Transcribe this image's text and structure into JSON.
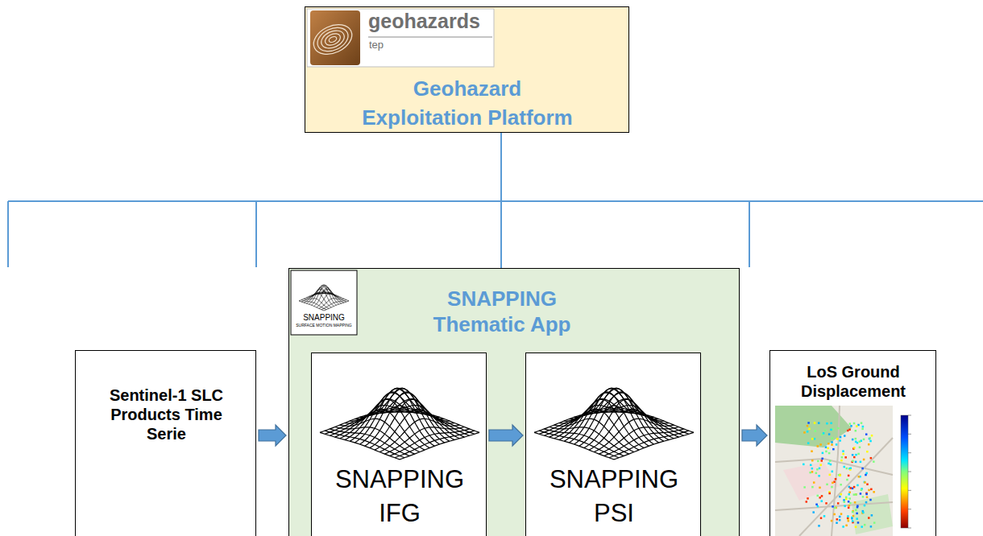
{
  "diagram": {
    "nodes": [
      {
        "text": [
          "geohazards",
          "tep",
          "Geohazard Exploitation Platform"
        ]
      },
      {
        "text": [
          "Sentinel-1 SLC Products Time Serie"
        ]
      },
      {
        "text": [
          "SNAPPING",
          "SURFACE MOTION MAPPING",
          "SNAPPING Thematic App"
        ]
      },
      {
        "text": [
          "SNAPPING IFG"
        ],
        "in": 2
      },
      {
        "text": [
          "SNAPPING PSI"
        ],
        "in": 2
      },
      {
        "text": [
          "LoS Ground Displacement"
        ]
      }
    ],
    "edges": [
      {
        "from": 0,
        "to": 2,
        "arrow": "none"
      },
      {
        "from": 1,
        "to": 2,
        "arrow": "to"
      },
      {
        "from": 3,
        "to": 4,
        "arrow": "to"
      },
      {
        "from": 2,
        "to": 5,
        "arrow": "to"
      }
    ]
  }
}
